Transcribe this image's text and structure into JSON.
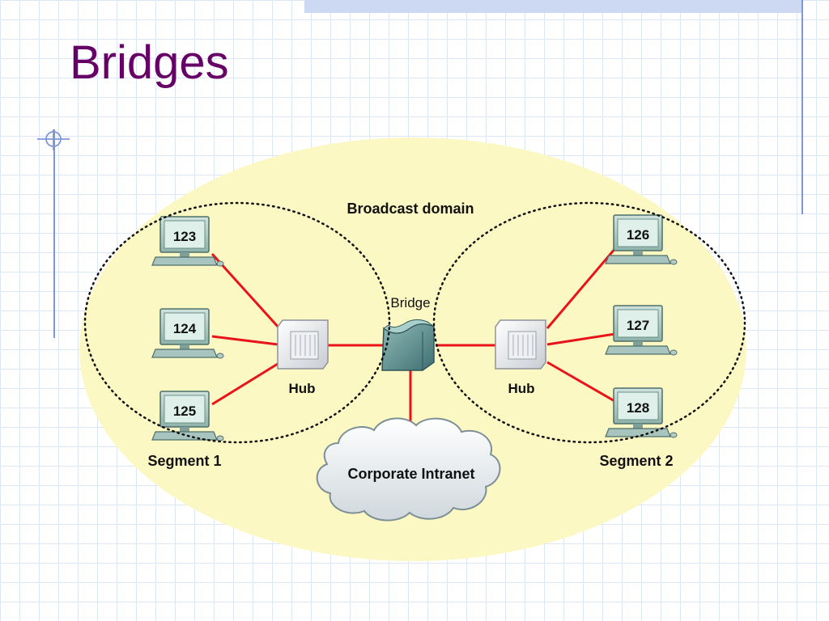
{
  "slide": {
    "title": "Bridges"
  },
  "diagram": {
    "broadcast_domain_label": "Broadcast domain",
    "bridge_label": "Bridge",
    "hub_label": "Hub",
    "segment1_label": "Segment 1",
    "segment2_label": "Segment 2",
    "cloud_label": "Corporate Intranet",
    "computers": [
      "123",
      "124",
      "125",
      "126",
      "127",
      "128"
    ],
    "colors": {
      "domain_fill": "#fcf8c4",
      "link": "#e8141a",
      "title": "#660066"
    }
  }
}
